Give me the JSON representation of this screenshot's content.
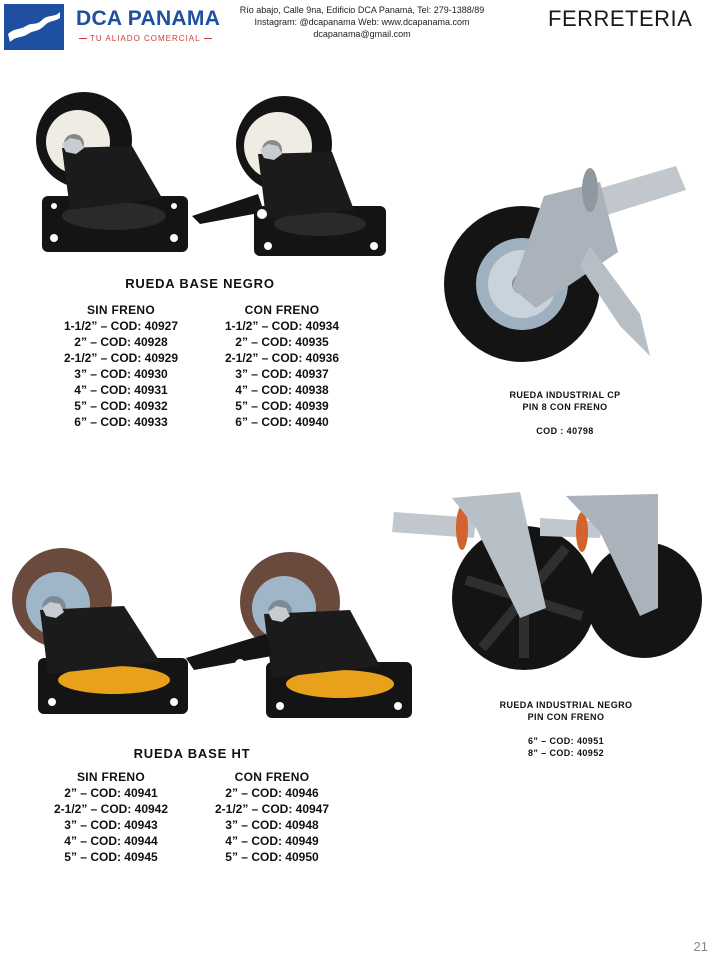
{
  "header": {
    "brand_name": "DCA PANAMA",
    "brand_tagline": "TU ALIADO COMERCIAL",
    "contact_lines": [
      "Río abajo, Calle 9na, Edificio DCA Panamá, Tel: 279-1388/89",
      "Instagram: @dcapanama  Web: www.dcapanama.com",
      "dcapanama@gmail.com"
    ],
    "section_title": "FERRETERIA"
  },
  "products": {
    "rueda_base_negro": {
      "title": "RUEDA BASE NEGRO",
      "sin_freno": {
        "label": "SIN FRENO",
        "items": [
          "1-1/2” – COD: 40927",
          "2” – COD: 40928",
          "2-1/2” – COD: 40929",
          "3” – COD: 40930",
          "4” – COD: 40931",
          "5” – COD: 40932",
          "6” – COD: 40933"
        ]
      },
      "con_freno": {
        "label": "CON FRENO",
        "items": [
          "1-1/2” – COD: 40934",
          "2” – COD: 40935",
          "2-1/2” – COD: 40936",
          "3” – COD: 40937",
          "4” – COD: 40938",
          "5” – COD: 40939",
          "6” – COD: 40940"
        ]
      }
    },
    "rueda_industrial_cp": {
      "lines": [
        "RUEDA INDUSTRIAL CP",
        "PIN 8 CON FRENO"
      ],
      "code": "COD : 40798"
    },
    "rueda_base_ht": {
      "title": "RUEDA BASE HT",
      "sin_freno": {
        "label": "SIN FRENO",
        "items": [
          "2” – COD: 40941",
          "2-1/2” – COD: 40942",
          "3” – COD: 40943",
          "4” – COD: 40944",
          "5” – COD: 40945"
        ]
      },
      "con_freno": {
        "label": "CON FRENO",
        "items": [
          "2” – COD: 40946",
          "2-1/2” – COD: 40947",
          "3” – COD: 40948",
          "4” – COD: 40949",
          "5” – COD: 40950"
        ]
      }
    },
    "rueda_industrial_negro": {
      "lines": [
        "RUEDA INDUSTRIAL NEGRO",
        "PIN CON FRENO"
      ],
      "codes": [
        "6” – COD: 40951",
        "8” – COD: 40952"
      ]
    }
  },
  "colors": {
    "brand_blue": "#1f4fa0",
    "brand_red": "#d23a2f",
    "caster_black": "#141414",
    "ht_wheel_brown": "#6b4a3e",
    "ht_bearing_orange": "#e8a11a",
    "steel": "#b9bfc6"
  },
  "page_number": "21"
}
